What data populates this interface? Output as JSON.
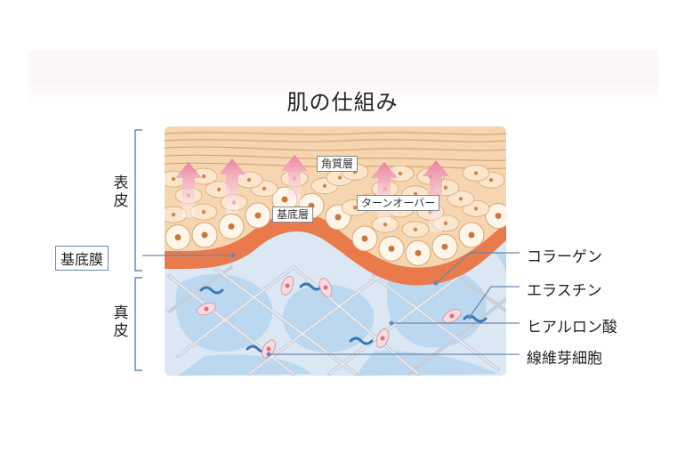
{
  "title": "肌の仕組み",
  "layers": {
    "epidermis": "表皮",
    "dermis": "真皮",
    "basement_membrane": "基底膜"
  },
  "tags": {
    "stratum_corneum": "角質層",
    "basal_layer": "基底層",
    "turnover": "ターンオーバー"
  },
  "components": [
    "コラーゲン",
    "エラスチン",
    "ヒアルロン酸",
    "線維芽細胞"
  ],
  "colors": {
    "dermis_base": "#d8e7f4",
    "hyaluronic": "#bcd9f2",
    "epidermis": "#f7d9b6",
    "basement": "#e97a4c",
    "arrow": "#ee88a8",
    "bracket": "#6a86b4"
  }
}
